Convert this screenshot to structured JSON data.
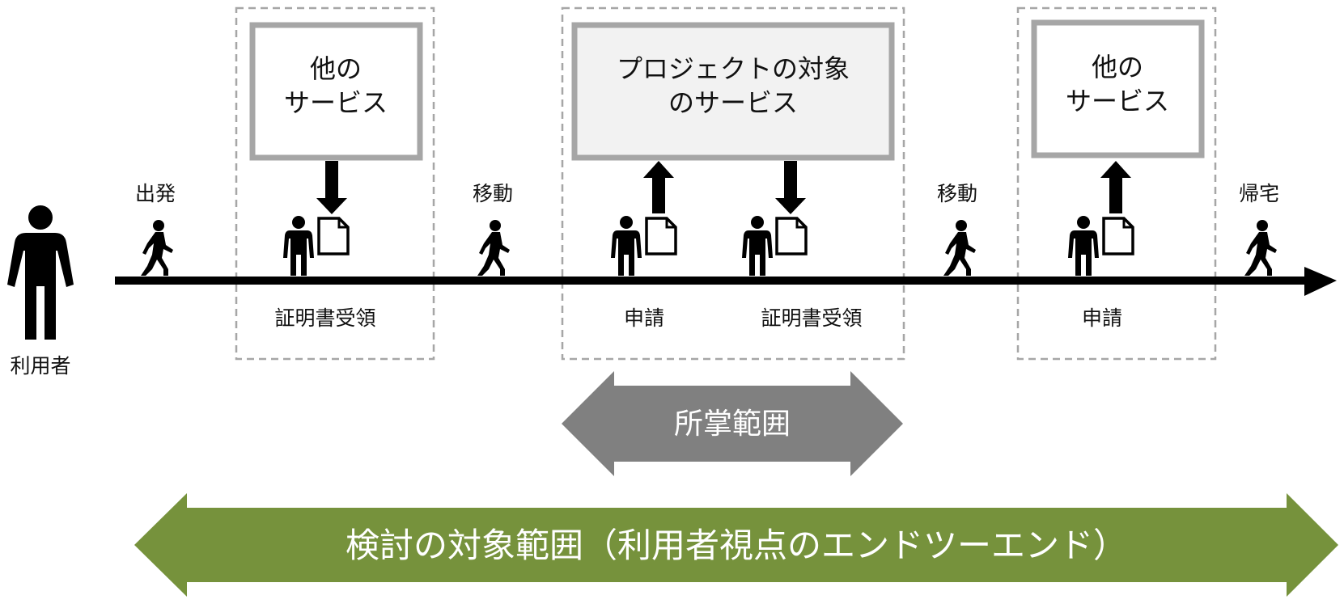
{
  "user": {
    "label": "利用者"
  },
  "stages": {
    "depart": "出発",
    "move1": "移動",
    "move2": "移動",
    "home": "帰宅"
  },
  "actions": {
    "a1": "証明書受領",
    "a2": "申請",
    "a3": "証明書受領",
    "a4": "申請"
  },
  "services": {
    "left": {
      "line1": "他の",
      "line2": "サービス"
    },
    "center": {
      "line1": "プロジェクトの対象",
      "line2": "のサービス"
    },
    "right": {
      "line1": "他の",
      "line2": "サービス"
    }
  },
  "ranges": {
    "jurisdiction": "所掌範囲",
    "study_scope": "検討の対象範囲（利用者視点のエンドツーエンド）"
  },
  "colors": {
    "jurisdiction_arrow": "#808080",
    "study_arrow": "#76923c",
    "box_border": "#a6a6a6",
    "center_box_fill": "#f2f2f2",
    "dashed": "#a6a6a6"
  }
}
